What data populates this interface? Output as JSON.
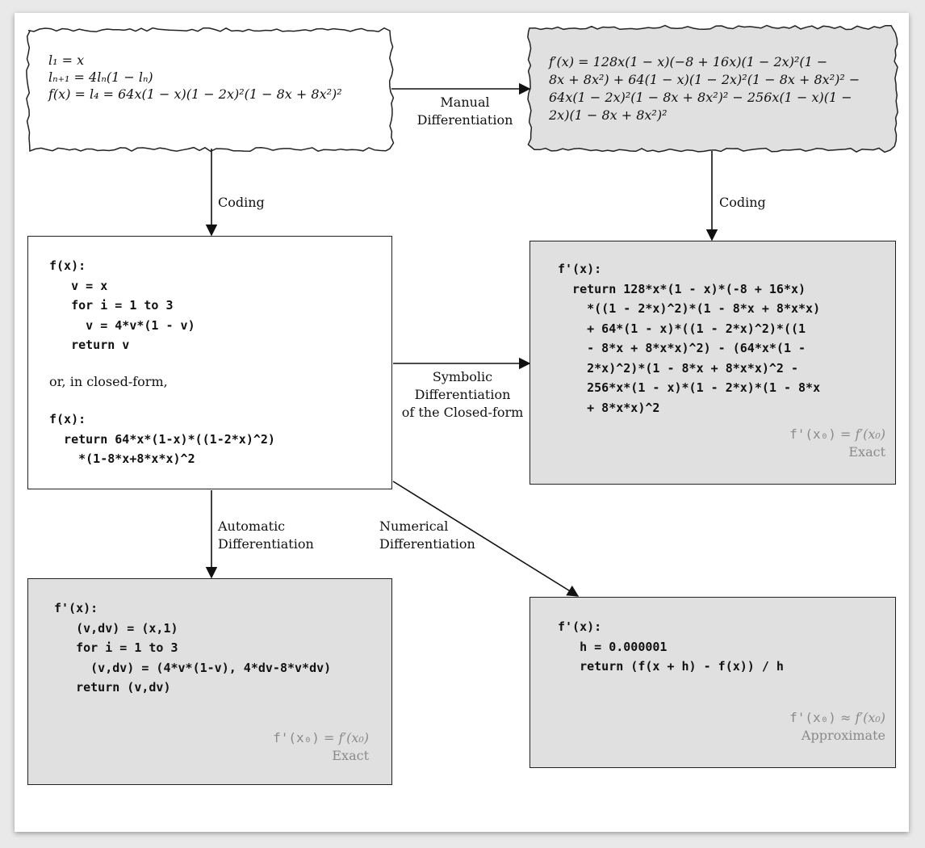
{
  "source_box": {
    "lines": [
      "l₁ = x",
      "lₙ₊₁ = 4lₙ(1 − lₙ)",
      "",
      "f(x) = l₄ = 64x(1 − x)(1 − 2x)²(1 − 8x + 8x²)²"
    ]
  },
  "manual_box": {
    "lines": [
      "f′(x) = 128x(1 − x)(−8 + 16x)(1 − 2x)²(1 −",
      "8x + 8x²) + 64(1 − x)(1 − 2x)²(1 − 8x + 8x²)² −",
      "64x(1 − 2x)²(1 − 8x + 8x²)² − 256x(1 − x)(1 −",
      "2x)(1 − 8x + 8x²)²"
    ]
  },
  "code_box": {
    "code_loop": "f(x):\n   v = x\n   for i = 1 to 3\n     v = 4*v*(1 - v)\n   return v",
    "middle_text": "or, in closed-form,",
    "code_closed": "f(x):\n  return 64*x*(1-x)*((1-2*x)^2)\n    *(1-8*x+8*x*x)^2"
  },
  "symbolic_box": {
    "code": "f'(x):\n  return 128*x*(1 - x)*(-8 + 16*x)\n    *((1 - 2*x)^2)*(1 - 8*x + 8*x*x)\n    + 64*(1 - x)*((1 - 2*x)^2)*((1\n    - 8*x + 8*x*x)^2) - (64*x*(1 -\n    2*x)^2)*(1 - 8*x + 8*x*x)^2 -\n    256*x*(1 - x)*(1 - 2*x)*(1 - 8*x\n    + 8*x*x)^2",
    "result_code": "f'(x₀)",
    "result_rel": " = f′(x₀)",
    "result_label": "Exact"
  },
  "ad_box": {
    "code": "f'(x):\n   (v,dv) = (x,1)\n   for i = 1 to 3\n     (v,dv) = (4*v*(1-v), 4*dv-8*v*dv)\n   return (v,dv)",
    "result_code": "f'(x₀)",
    "result_rel": " = f′(x₀)",
    "result_label": "Exact"
  },
  "numerical_box": {
    "code": "f'(x):\n   h = 0.000001\n   return (f(x + h) - f(x)) / h",
    "result_code": "f'(x₀)",
    "result_rel": " ≈ f′(x₀)",
    "result_label": "Approximate"
  },
  "edges": {
    "manual": "Manual\nDifferentiation",
    "coding_left": "Coding",
    "coding_right": "Coding",
    "symbolic": "Symbolic\nDifferentiation\nof the Closed-form",
    "automatic": "Automatic\nDifferentiation",
    "numerical": "Numerical\nDifferentiation"
  }
}
